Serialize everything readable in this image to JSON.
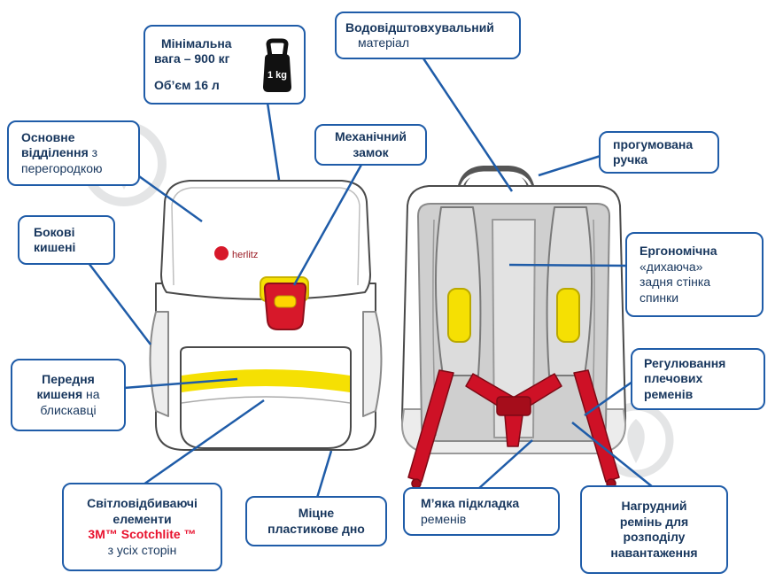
{
  "page": {
    "accent_blue": "#1F5CA8",
    "text_navy": "#17365D",
    "brand_red": "#E8112D",
    "highlight_yellow": "#F5E003",
    "strap_red": "#CE1126"
  },
  "callouts": {
    "weight": {
      "l1": "Мінімальна",
      "l2": "вага – 900 кг",
      "l3": "Об’єм 16 л",
      "icon_label": "1 kg"
    },
    "material": {
      "l1": "Водовідштовхувальний",
      "l2": "матеріал"
    },
    "main_compartment": {
      "l1": "Основне",
      "l2a": "відділення",
      "l2b": "з",
      "l3": "перегородкою"
    },
    "mech_lock": {
      "l1": "Механічний",
      "l2": "замок"
    },
    "handle": {
      "l1": "прогумована",
      "l2": "ручка"
    },
    "side_pockets": {
      "l1": "Бокові",
      "l2": "кишені"
    },
    "back_panel": {
      "l1": "Ергономічна",
      "l2": "«дихаюча»",
      "l3": "задня стінка",
      "l4": "спинки"
    },
    "front_pocket": {
      "l1": "Передня",
      "l2a": "кишеня",
      "l2b": "на",
      "l3": "блискавці"
    },
    "strap_adjust": {
      "l1": "Регулювання",
      "l2": "плечових",
      "l3": "ременів"
    },
    "reflective": {
      "l1": "Світловідбиваючі",
      "l2": "елементи",
      "brand": "3M™ Scotchlite ™",
      "l4": "з усіх сторін"
    },
    "bottom": {
      "l1": "Міцне",
      "l2": "пластикове дно"
    },
    "strap_padding": {
      "l1": "М’яка підкладка",
      "l2": "ременів"
    },
    "chest_strap": {
      "l1": "Нагрудний",
      "l2": "ремінь для",
      "l3": "розподілу",
      "l4": "навантаження"
    }
  },
  "illustration": {
    "brand_text": "herlitz"
  }
}
